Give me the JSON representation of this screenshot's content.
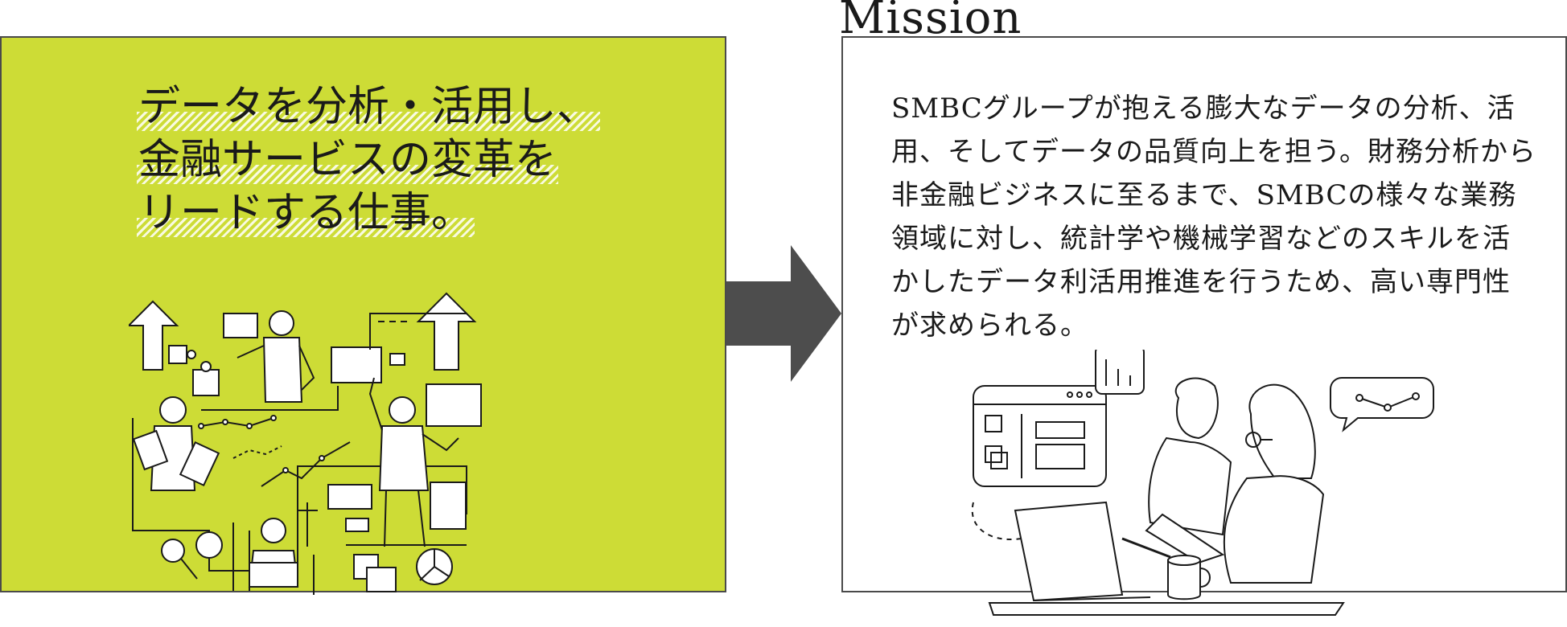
{
  "left_panel": {
    "headline_lines": [
      "データを分析・活用し、",
      "金融サービスの変革を",
      "リードする仕事。"
    ],
    "background_color": "#cddc36",
    "illustration": "data-team-working-illustration"
  },
  "arrow": {
    "icon": "right-arrow-icon",
    "color": "#4d4d4d"
  },
  "right_panel": {
    "title": "Mission",
    "body_lines": [
      "SMBCグループが抱える膨大なデータの分析、活",
      "用、そしてデータの品質向上を担う。財務分析から",
      "非金融ビジネスに至るまで、SMBCの様々な業務",
      "領域に対し、統計学や機械学習などのスキルを活",
      "かしたデータ利活用推進を行うため、高い専門性",
      "が求められる。"
    ],
    "illustration": "analysts-at-laptop-illustration"
  }
}
